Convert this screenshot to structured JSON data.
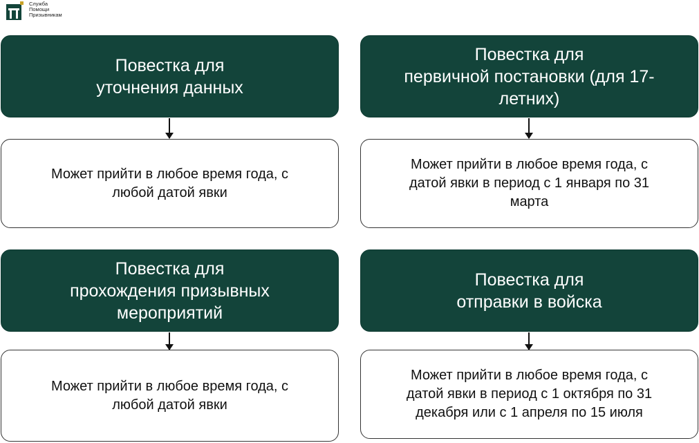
{
  "logo": {
    "line1": "Служба",
    "line2": "Помощи",
    "line3": "Призывникам",
    "accent": "#c9a227",
    "mark_color": "#13443a"
  },
  "colors": {
    "header_bg": "#13443a",
    "header_text": "#ffffff",
    "body_border": "#333333"
  },
  "blocks": [
    {
      "title": "Повестка для\nуточнения данных",
      "description": "Может прийти в любое время года, с\nлюбой датой явки"
    },
    {
      "title": "Повестка для\nпервичной постановки (для 17-\nлетних)",
      "description": "Может прийти в любое время года, с\nдатой явки в период с 1 января по 31\nмарта"
    },
    {
      "title": "Повестка для\nпрохождения призывных\nмероприятий",
      "description": "Может прийти в любое время года, с\nлюбой датой явки"
    },
    {
      "title": "Повестка для\nотправки в войска",
      "description": "Может прийти в любое время года, с\nдатой явки в период с 1 октября по 31\nдекабря или с 1 апреля по 15 июля"
    }
  ]
}
